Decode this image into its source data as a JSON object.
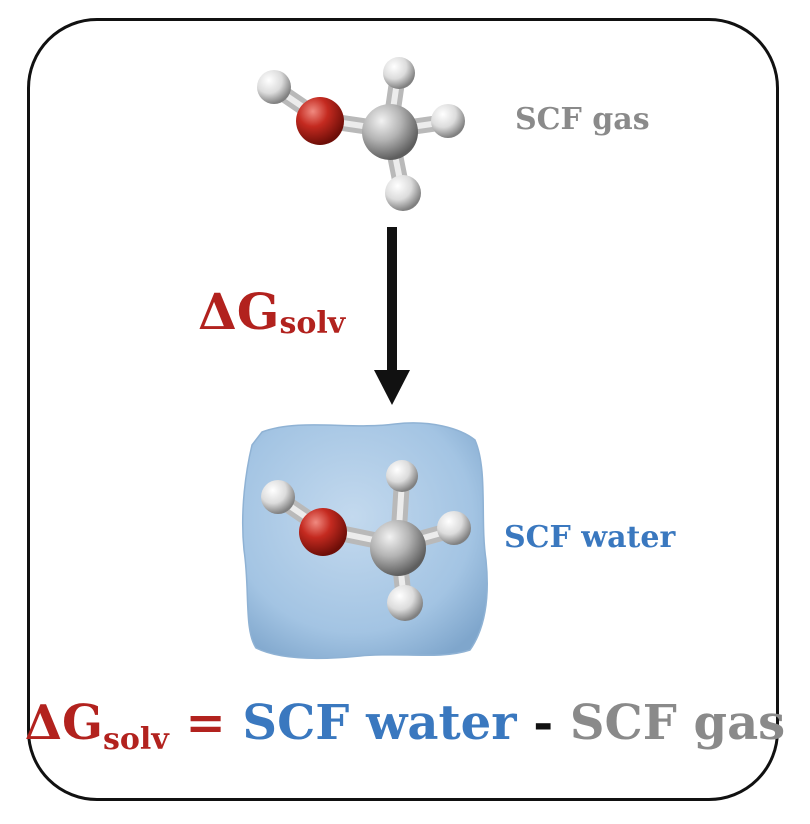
{
  "labels": {
    "gas": "SCF gas",
    "water": "SCF water"
  },
  "transition": {
    "symbol": "ΔG",
    "subscript": "solv"
  },
  "equation": {
    "lhs_symbol": "ΔG",
    "lhs_subscript": "solv",
    "equals": "=",
    "term1": "SCF water",
    "minus": "-",
    "term2": "SCF gas"
  },
  "colors": {
    "red": "#b2221e",
    "blue": "#3a78bf",
    "gray": "#8a8a8a",
    "solvent": "#9fc1e0"
  }
}
